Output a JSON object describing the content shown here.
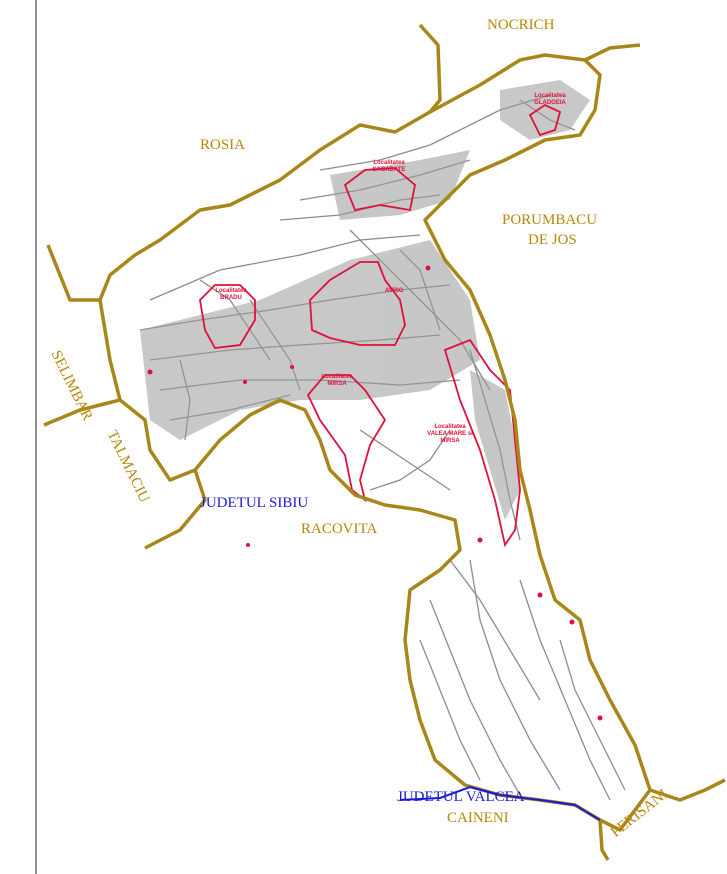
{
  "neighbors": {
    "nocrich": "NOCRICH",
    "rosia": "ROSIA",
    "porumbacu_line1": "PORUMBACU",
    "porumbacu_line2": "DE JOS",
    "selimbar": "SELIMBAR",
    "talmaciu": "TALMACIU",
    "racovita": "RACOVITA",
    "caineni": "CAINENI",
    "perisani": "PERISANI"
  },
  "counties": {
    "sibiu": "JUDETUL SIBIU",
    "valcea": "JUDETUL VALCEA"
  },
  "localities": {
    "gladoeia": "Localitatea GLADOEIA",
    "sacadate": "Localitatea SACADATE",
    "brad": "Localitatea BRADU",
    "avrig": "AVRIG",
    "mirsa": "Localitatea MIRSA",
    "valea_mare": "Localitatea VALEA MARE si MIRSA"
  },
  "colors": {
    "border": "#a8861a",
    "county_border": "#1a1ad6",
    "roads": "#8c8c8c",
    "intravilan": "#e0103c",
    "neighbor_label": "#b8860b"
  }
}
